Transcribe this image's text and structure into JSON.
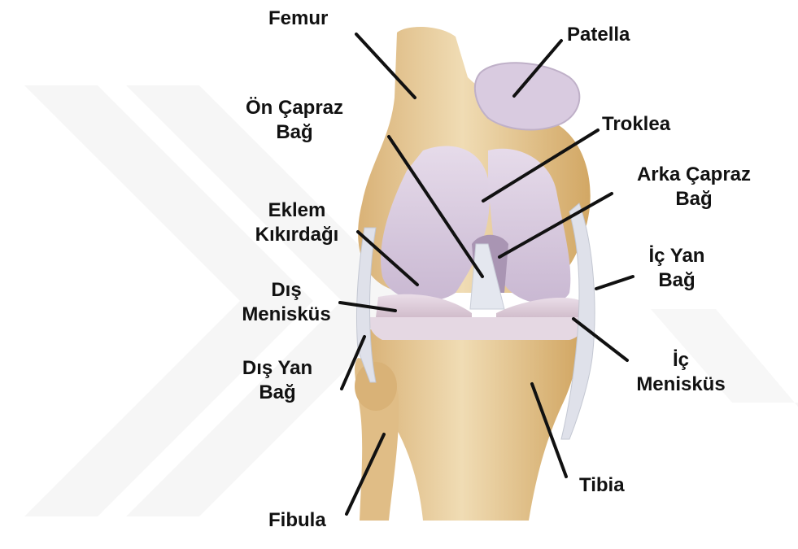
{
  "labels": {
    "femur": "Femur",
    "patella": "Patella",
    "on_capraz_line1": "Ön Çapraz",
    "on_capraz_line2": "Bağ",
    "troklea": "Troklea",
    "arka_capraz_line1": "Arka Çapraz",
    "arka_capraz_line2": "Bağ",
    "eklem_line1": "Eklem",
    "eklem_line2": "Kıkırdağı",
    "ic_yan_line1": "İç Yan",
    "ic_yan_line2": "Bağ",
    "dis_menis_line1": "Dış",
    "dis_menis_line2": "Menisküs",
    "ic_menis_line1": "İç",
    "ic_menis_line2": "Menisküs",
    "dis_yan_line1": "Dış Yan",
    "dis_yan_line2": "Bağ",
    "tibia": "Tibia",
    "fibula": "Fibula"
  },
  "colors": {
    "bone": "#e9cf9f",
    "bone_shadow": "#d7ad6a",
    "cartilage": "#ddd0e3",
    "cartilage_shadow": "#b9a6c4",
    "ligament": "#dfe1ea",
    "leader_line": "#111111",
    "watermark": "#eeeeee"
  }
}
